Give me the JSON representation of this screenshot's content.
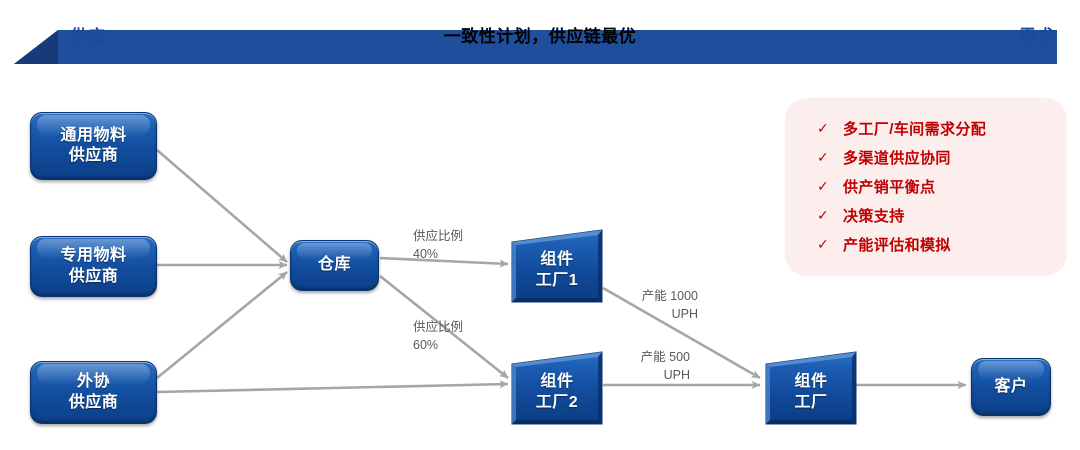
{
  "header": {
    "left_label": "供应",
    "title": "一致性计划，供应链最优",
    "right_label": "需求",
    "bar_color": "#1f4e9c",
    "label_color": "#1b4b9c"
  },
  "diagram": {
    "node_color": "#124e9e",
    "connector_color": "#a6a6a6",
    "nodes": [
      {
        "id": "general-material-supplier",
        "line1": "通用物料",
        "line2": "供应商",
        "shape": "rounded"
      },
      {
        "id": "dedicated-material-supplier",
        "line1": "专用物料",
        "line2": "供应商",
        "shape": "rounded"
      },
      {
        "id": "outsourced-supplier",
        "line1": "外协",
        "line2": "供应商",
        "shape": "rounded"
      },
      {
        "id": "warehouse",
        "line1": "仓库",
        "line2": "",
        "shape": "rounded"
      },
      {
        "id": "component-factory-1",
        "line1": "组件",
        "line2": "工厂1",
        "shape": "manual-input"
      },
      {
        "id": "component-factory-2",
        "line1": "组件",
        "line2": "工厂2",
        "shape": "manual-input"
      },
      {
        "id": "component-factory",
        "line1": "组件",
        "line2": "工厂",
        "shape": "manual-input"
      },
      {
        "id": "customer",
        "line1": "客户",
        "line2": "",
        "shape": "rounded"
      }
    ],
    "edge_labels": [
      {
        "id": "supply-ratio-40",
        "line1": "供应比例",
        "line2": "40%"
      },
      {
        "id": "supply-ratio-60",
        "line1": "供应比例",
        "line2": "60%"
      },
      {
        "id": "capacity-1000",
        "line1": "产能  1000",
        "line2": "UPH"
      },
      {
        "id": "capacity-500",
        "line1": "产能  500",
        "line2": "UPH"
      }
    ]
  },
  "callout": {
    "background": "#fdeeee",
    "text_color": "#c00000",
    "check_glyph": "✓",
    "items": [
      "多工厂/车间需求分配",
      "多渠道供应协同",
      "供产销平衡点",
      "决策支持",
      "产能评估和模拟"
    ]
  }
}
